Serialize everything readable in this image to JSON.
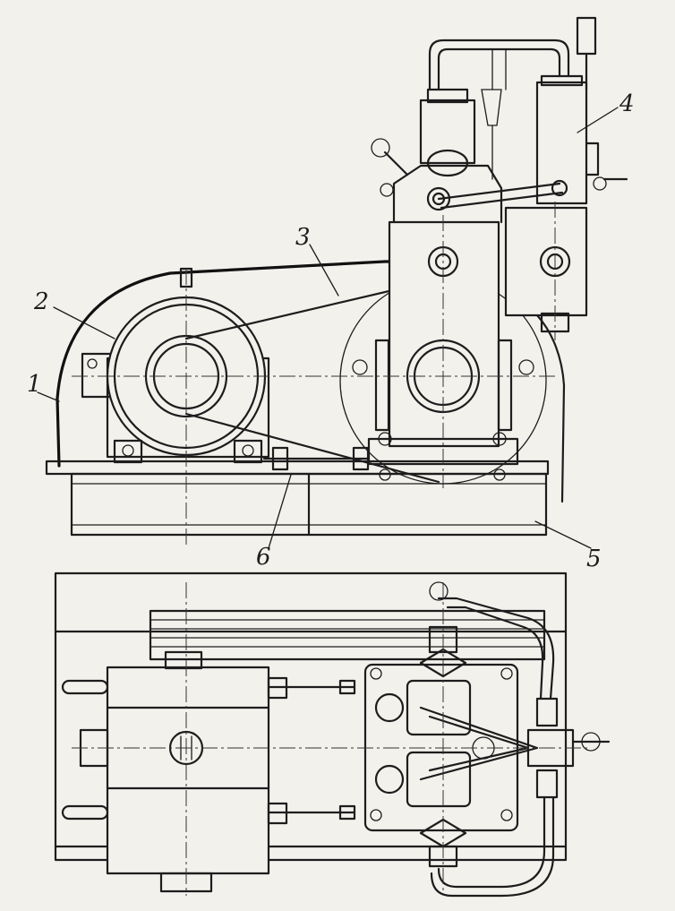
{
  "diagram": {
    "callouts": [
      {
        "id": "1",
        "label": "1"
      },
      {
        "id": "2",
        "label": "2"
      },
      {
        "id": "3",
        "label": "3"
      },
      {
        "id": "4",
        "label": "4"
      },
      {
        "id": "5",
        "label": "5"
      },
      {
        "id": "6",
        "label": "6"
      }
    ],
    "line_color": "#1d1d1d",
    "paper_color": "#f3f1ec"
  }
}
